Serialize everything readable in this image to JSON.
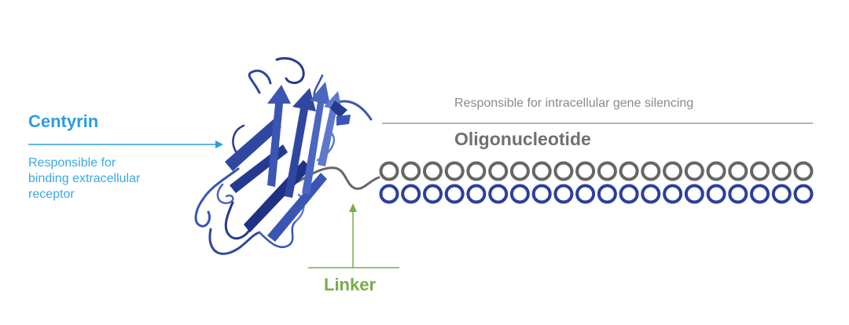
{
  "centyrin": {
    "title": "Centyrin",
    "description": "Responsible for\nbinding extracellular\nreceptor"
  },
  "oligonucleotide": {
    "title": "Oligonucleotide",
    "description": "Responsible for intracellular gene silencing",
    "strand_top_count": 20,
    "strand_bottom_count": 20
  },
  "linker": {
    "title": "Linker"
  },
  "colors": {
    "centyrin_text": "#2a9de2",
    "protein_dark": "#253a8e",
    "protein_mid": "#3a55b3",
    "protein_light": "#5d78cc",
    "strand_top": "#666666",
    "strand_bottom": "#2b3fa0",
    "linker": "#78ad4a",
    "line_gray": "#8a8a8a"
  },
  "icons": {
    "protein": "protein-ribbon-icon",
    "arrow": "arrow-right-icon",
    "arrow_up": "arrow-up-icon"
  }
}
